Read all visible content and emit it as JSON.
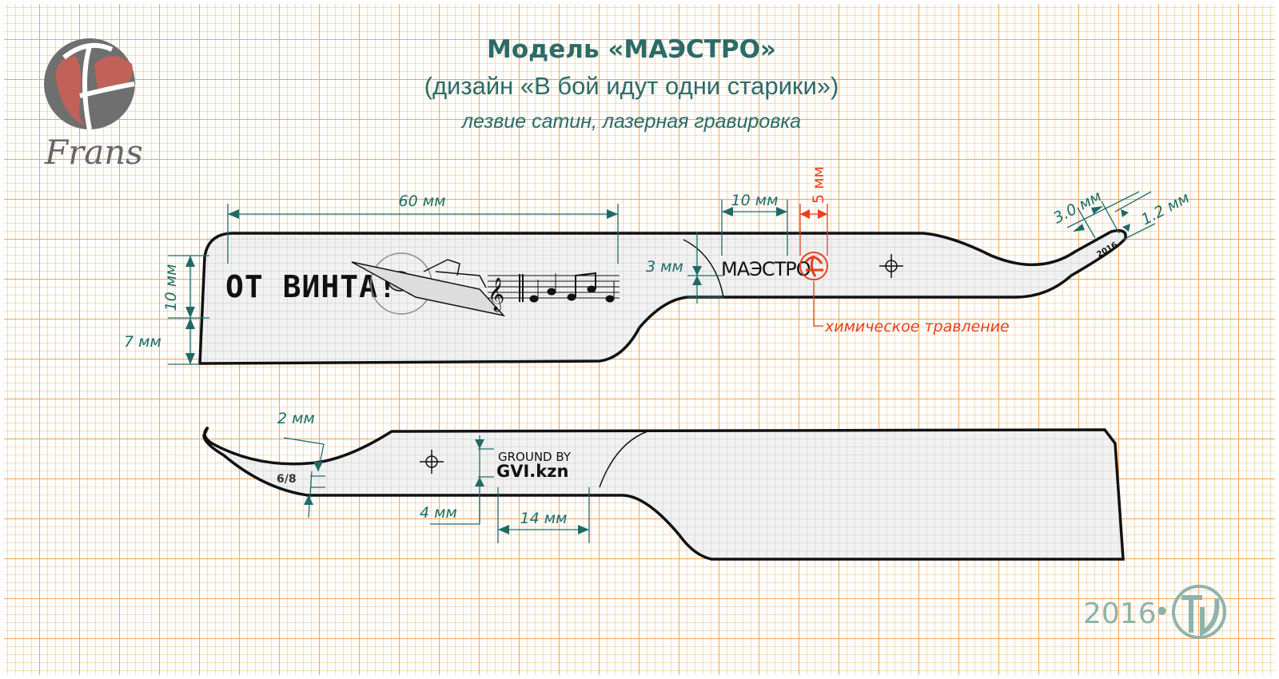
{
  "header": {
    "title": "Модель «МАЭСТРО»",
    "subtitle": "(дизайн «В бой идут одни старики»)",
    "note": "лезвие сатин, лазерная гравировка"
  },
  "logo": {
    "text": "Frans"
  },
  "top_blade": {
    "dimensions": {
      "engraving_length": "60 мм",
      "blade_height": "10 мм",
      "lower_height": "7 мм",
      "tang_offset": "3 мм",
      "logo_width": "10 мм",
      "etch_size": "5 мм",
      "tip_width": "3.0 мм",
      "tip_thickness": "1.2 мм"
    },
    "engraving_text": "ОТ ВИНТА!",
    "brand_text": "МАЭСТРО",
    "tip_stamp": "2016",
    "etching_label": "химическое травление"
  },
  "bottom_blade": {
    "dimensions": {
      "tip_offset": "2 мм",
      "text_height": "4 мм",
      "text_width": "14 мм"
    },
    "size_stamp": "6/8",
    "ground_by": "GROUND BY",
    "maker": "GVI.kzn"
  },
  "footer": {
    "year": "2016",
    "separator": "•"
  },
  "colors": {
    "accent": "#2c6b66",
    "etch": "#e8401c",
    "grid": "#f2b46c",
    "footer": "#8fb3a8"
  }
}
